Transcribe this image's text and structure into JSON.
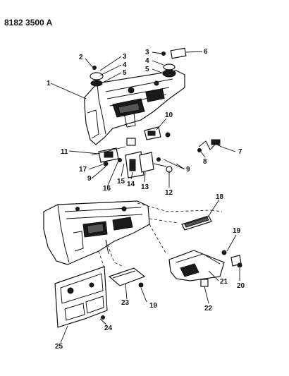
{
  "diagram_code": "8182 3500 A",
  "callouts": {
    "c1": "1",
    "c2": "2",
    "c3a": "3",
    "c4a": "4",
    "c5a": "5",
    "c3b": "3",
    "c4b": "4",
    "c5b": "5",
    "c6": "6",
    "c7": "7",
    "c8": "8",
    "c9a": "9",
    "c9b": "9",
    "c10": "10",
    "c11": "11",
    "c12": "12",
    "c13": "13",
    "c14": "14",
    "c15": "15",
    "c16": "16",
    "c17": "17",
    "c18": "18",
    "c19a": "19",
    "c19b": "19",
    "c20": "20",
    "c21": "21",
    "c22": "22",
    "c23": "23",
    "c24": "24",
    "c25": "25"
  }
}
